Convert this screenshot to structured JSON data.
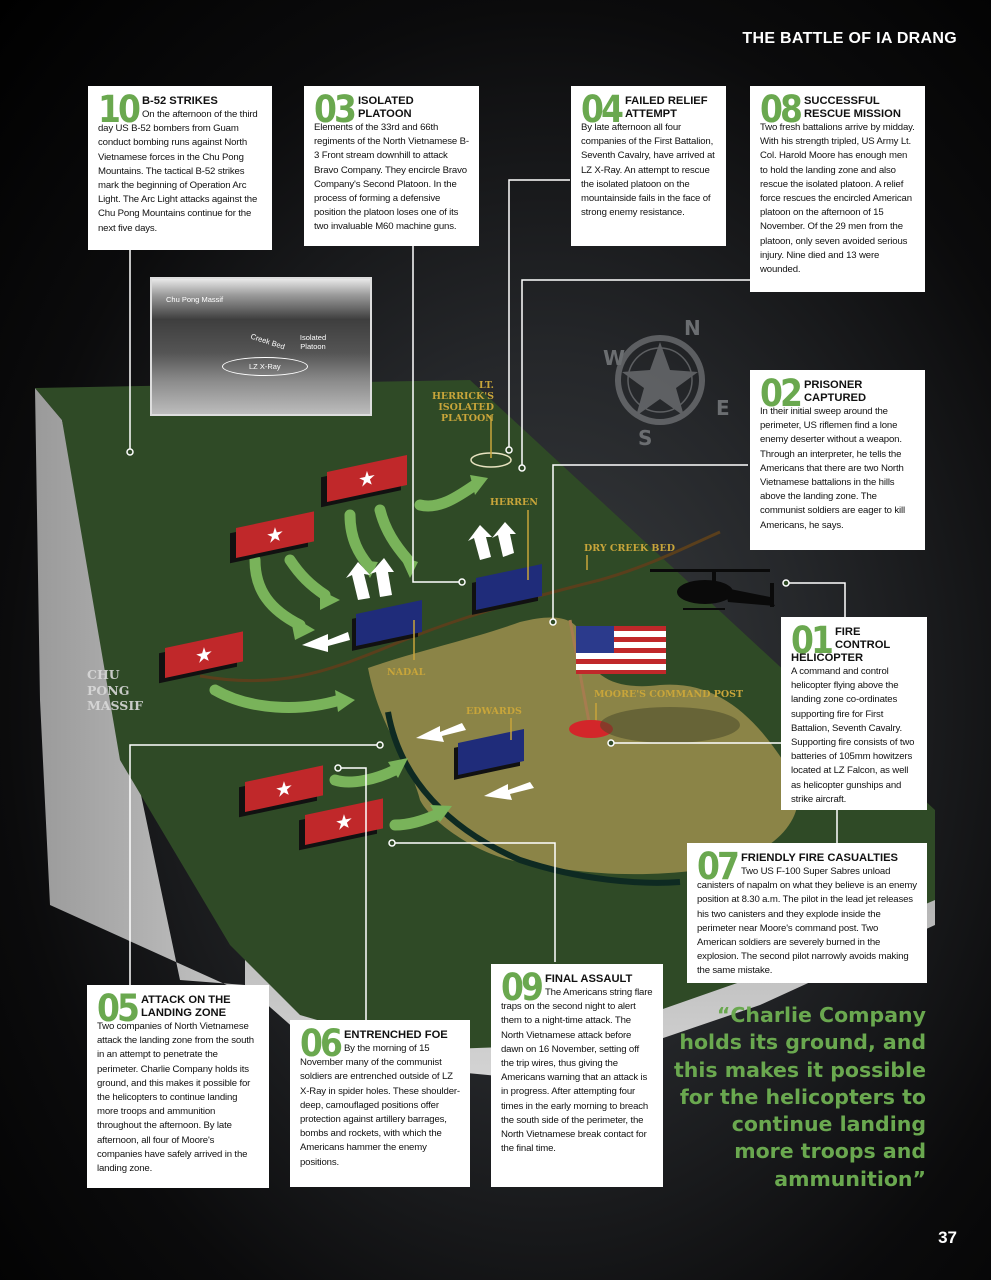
{
  "header": {
    "title": "THE BATTLE OF IA DRANG",
    "page_number": "37"
  },
  "photo": {
    "labels": [
      "Chu Pong Massif",
      "Creek Bed",
      "Isolated Platoon",
      "LZ X-Ray"
    ]
  },
  "map_labels": {
    "herrick": "LT. HERRICK'S ISOLATED PLATOON",
    "herren": "HERREN",
    "dry_creek": "DRY CREEK BED",
    "nadal": "NADAL",
    "edwards": "EDWARDS",
    "moore": "MOORE'S COMMAND POST",
    "massif": [
      "CHU",
      "PONG",
      "MASSIF"
    ]
  },
  "compass": {
    "n": "N",
    "e": "E",
    "s": "S",
    "w": "W"
  },
  "colors": {
    "accent_green": "#6aa84f",
    "label_gold": "#c8a53a",
    "terrain_green": "#2f4f26",
    "enemy_red": "#c0282a",
    "us_blue": "#1f2c7a"
  },
  "boxes": [
    {
      "num": "10",
      "title": "B-52 STRIKES",
      "body": "On the afternoon of the third day US B-52 bombers from Guam conduct bombing runs against North Vietnamese forces in the Chu Pong Mountains. The tactical B-52 strikes mark the beginning of Operation Arc Light. The Arc Light attacks against the Chu Pong Mountains continue for the next five days."
    },
    {
      "num": "03",
      "title": "ISOLATED PLATOON",
      "body": "Elements of the 33rd and 66th regiments of the North Vietnamese B-3 Front stream downhill to attack Bravo Company. They encircle Bravo Company's Second Platoon. In the process of forming a defensive position the platoon loses one of its two invaluable M60 machine guns."
    },
    {
      "num": "04",
      "title": "FAILED RELIEF ATTEMPT",
      "body": "By late afternoon all four companies of the First Battalion, Seventh Cavalry, have arrived at LZ X-Ray. An attempt to rescue the isolated platoon on the mountainside fails in the face of strong enemy resistance."
    },
    {
      "num": "08",
      "title": "SUCCESSFUL RESCUE MISSION",
      "body": "Two fresh battalions arrive by midday. With his strength tripled, US Army Lt. Col. Harold Moore has enough men to hold the landing zone and also rescue the isolated platoon. A relief force rescues the encircled American platoon on the afternoon of 15 November. Of the 29 men from the platoon, only seven avoided serious injury. Nine died and 13 were wounded."
    },
    {
      "num": "02",
      "title": "PRISONER CAPTURED",
      "body": "In their initial sweep around the perimeter, US riflemen find a lone enemy deserter without a weapon. Through an interpreter, he tells the Americans that there are two North Vietnamese battalions in the hills above the landing zone. The communist soldiers are eager to kill Americans, he says."
    },
    {
      "num": "01",
      "title": "FIRE CONTROL HELICOPTER",
      "body": "A command and control helicopter flying above the landing zone co-ordinates supporting fire for First Battalion, Seventh Cavalry. Supporting fire consists of two batteries of 105mm howitzers located at LZ Falcon, as well as helicopter gunships and strike aircraft."
    },
    {
      "num": "07",
      "title": "FRIENDLY FIRE CASUALTIES",
      "body": "Two US F-100 Super Sabres unload canisters of napalm on what they believe is an enemy position at 8.30 a.m. The pilot in the lead jet releases his two canisters and they explode inside the perimeter near Moore's command post. Two American soldiers are severely burned in the explosion. The second pilot narrowly avoids making the same mistake."
    },
    {
      "num": "09",
      "title": "FINAL ASSAULT",
      "body": "The Americans string flare traps on the second night to alert them to a night-time attack. The North Vietnamese attack before dawn on 16 November, setting off the trip wires, thus giving the Americans warning that an attack is in progress. After attempting four times in the early morning to breach the south side of the perimeter, the North Vietnamese break contact for the final time."
    },
    {
      "num": "06",
      "title": "ENTRENCHED FOE",
      "body": "By the morning of 15 November many of the communist soldiers are entrenched outside of LZ X-Ray in spider holes. These shoulder-deep, camouflaged positions offer protection against artillery barrages, bombs and rockets, with which the Americans hammer the enemy positions."
    },
    {
      "num": "05",
      "title": "ATTACK ON THE LANDING ZONE",
      "body": "Two companies of North Vietnamese attack the landing zone from the south in an attempt to penetrate the perimeter. Charlie Company holds its ground, and this makes it possible for the helicopters to continue landing more troops and ammunition throughout the afternoon. By late afternoon, all four of Moore's companies have safely arrived in the landing zone."
    }
  ],
  "quote": "“Charlie Company holds its ground, and this makes it possible for the helicopters to continue landing more troops and ammunition”"
}
